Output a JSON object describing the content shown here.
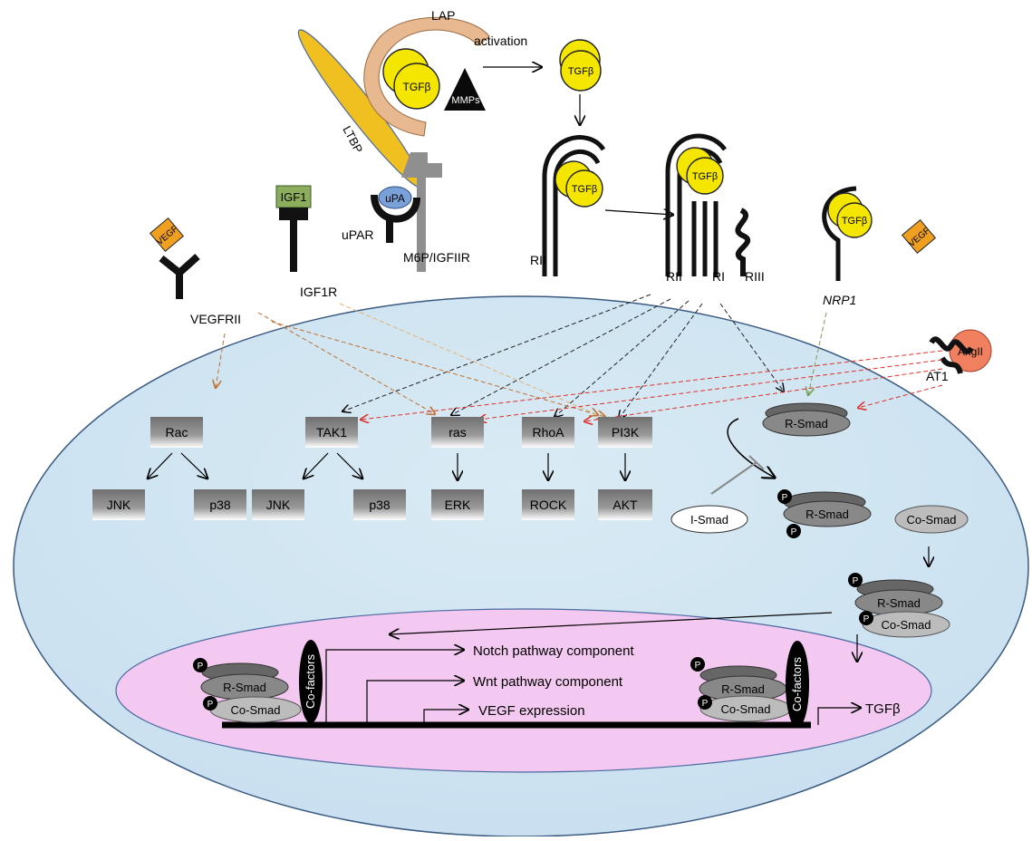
{
  "extracellular": {
    "lap": "LAP",
    "ltbp": "LTBP",
    "tgfb": "TGFβ",
    "mmps": "MMPs",
    "activation": "activation",
    "upa": "uPA",
    "upar": "uPAR",
    "m6p": "M6P/IGFIIR",
    "igf1": "IGF1",
    "vegf": "VEGF"
  },
  "receptors": {
    "vegfrii": "VEGFRII",
    "igf1r": "IGF1R",
    "rii": "RII",
    "ri": "RI",
    "riii": "RIII",
    "nrp1": "NRP1",
    "at1": "AT1",
    "angii": "AngII"
  },
  "kinases": {
    "rac": "Rac",
    "tak1": "TAK1",
    "ras": "ras",
    "rhoa": "RhoA",
    "pi3k": "PI3K",
    "jnk": "JNK",
    "p38": "p38",
    "erk": "ERK",
    "rock": "ROCK",
    "akt": "AKT"
  },
  "smads": {
    "r_smad": "R-Smad",
    "co_smad": "Co-Smad",
    "i_smad": "I-Smad",
    "p": "P",
    "cofactors": "Co-factors"
  },
  "genes": {
    "notch": "Notch pathway component",
    "wnt": "Wnt pathway component",
    "vegf_expr": "VEGF expression",
    "tgfb_out": "TGFβ"
  },
  "colors": {
    "cytoplasm": "#d6e8f2",
    "nucleus": "#f3c8f1",
    "tgfb": "#f5e600",
    "lap": "#e8b890",
    "ltbp": "#f0c020",
    "vegf": "#f0a020",
    "igf1": "#8cae5c",
    "upa": "#7aa2d8",
    "angii": "#f08060",
    "red_arrow": "#e0302a",
    "orange_arrow": "#c07030",
    "green_arrow": "#70a050"
  }
}
